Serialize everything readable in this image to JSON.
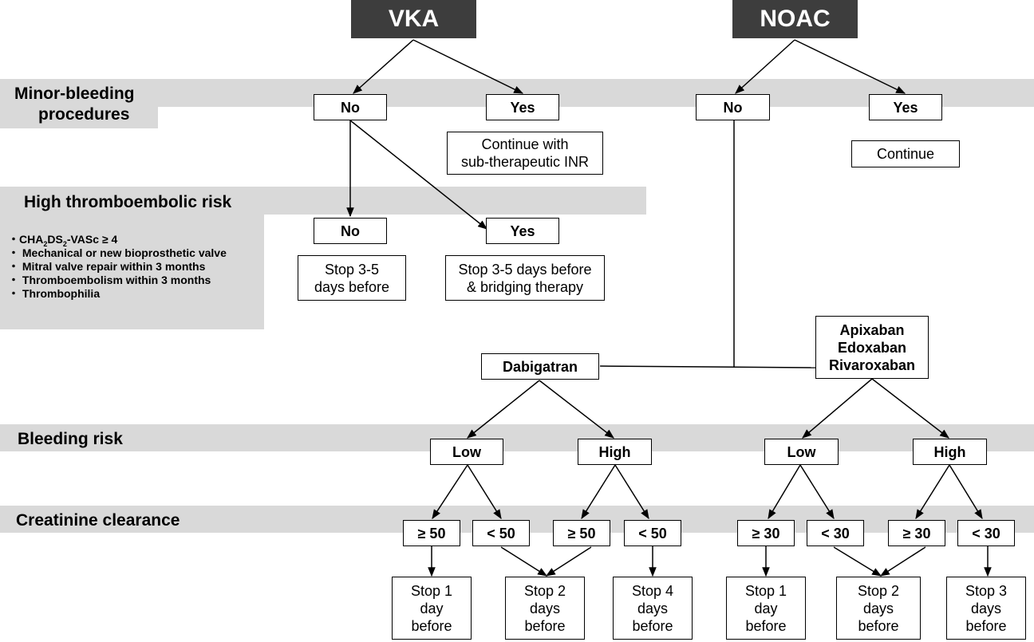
{
  "headers": {
    "vka": "VKA",
    "noac": "NOAC"
  },
  "bands": {
    "minor_bleeding": [
      "Minor-bleeding",
      "procedures"
    ],
    "high_thromboembolic": "High thromboembolic risk",
    "bleeding_risk": "Bleeding risk",
    "creatinine": "Creatinine clearance"
  },
  "criteria": {
    "cha_prefix": "CHA",
    "cha_sub1": "2",
    "cha_mid": "DS",
    "cha_sub2": "2",
    "cha_suffix": "-VASc ≥ 4",
    "items": [
      "Mechanical or new bioprosthetic valve",
      "Mitral valve repair within 3 months",
      "Thromboembolism within 3 months",
      "Thrombophilia"
    ]
  },
  "vka": {
    "no": "No",
    "yes": "Yes",
    "continue_lines": [
      "Continue with",
      "sub-therapeutic INR"
    ],
    "risk_no": "No",
    "risk_yes": "Yes",
    "stop_no_lines": [
      "Stop 3-5",
      "days before"
    ],
    "stop_yes_lines": [
      "Stop 3-5 days before",
      "& bridging therapy"
    ]
  },
  "noac": {
    "no": "No",
    "yes": "Yes",
    "continue": "Continue",
    "dabigatran": "Dabigatran",
    "xaban_lines": [
      "Apixaban",
      "Edoxaban",
      "Rivaroxaban"
    ]
  },
  "dabigatran": {
    "low": "Low",
    "high": "High",
    "crcl": [
      "≥ 50",
      "< 50",
      "≥ 50",
      "< 50"
    ],
    "out1": [
      "Stop 1",
      "day",
      "before"
    ],
    "out2": [
      "Stop 2",
      "days",
      "before"
    ],
    "out4": [
      "Stop 4",
      "days",
      "before"
    ]
  },
  "xaban": {
    "low": "Low",
    "high": "High",
    "crcl": [
      "≥ 30",
      "< 30",
      "≥ 30",
      "< 30"
    ],
    "out1": [
      "Stop 1",
      "day",
      "before"
    ],
    "out2": [
      "Stop 2",
      "days",
      "before"
    ],
    "out3": [
      "Stop 3",
      "days",
      "before"
    ]
  }
}
